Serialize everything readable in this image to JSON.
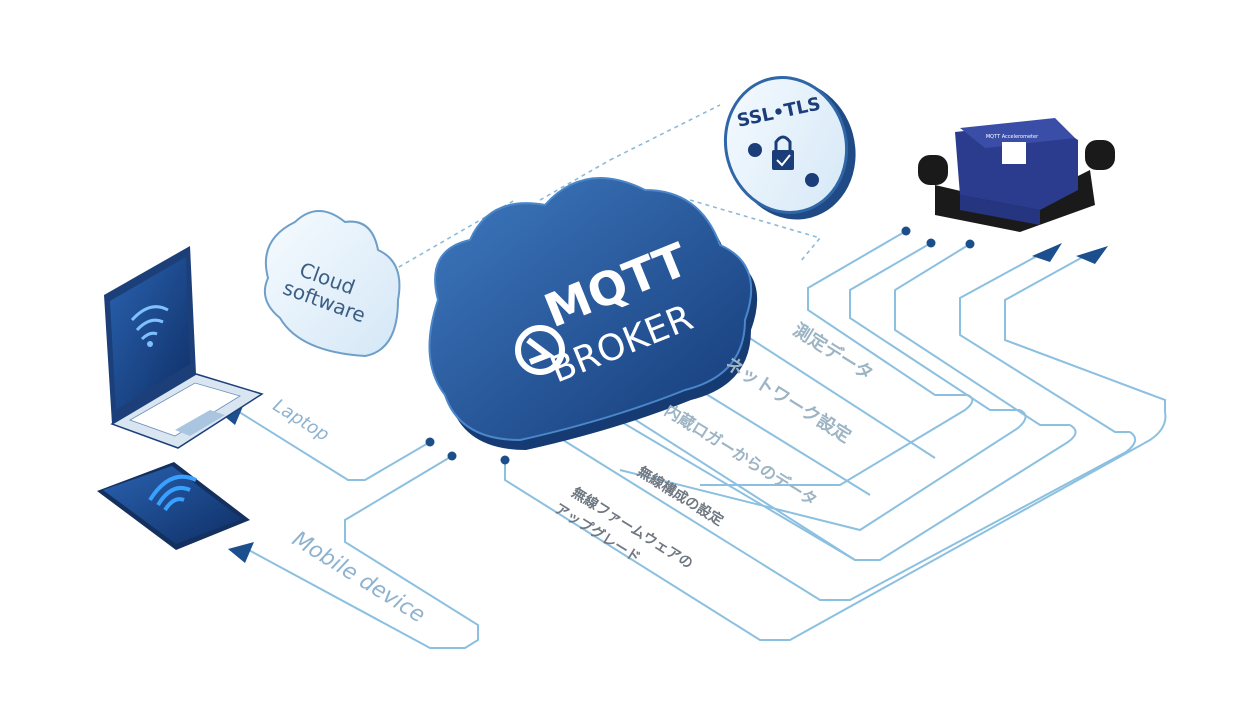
{
  "broker": {
    "line1": "MQTT",
    "line2": "BROKER"
  },
  "cloud_software": {
    "line1": "Cloud",
    "line2": "software"
  },
  "security_badge": {
    "label": "SSL•TLS"
  },
  "clients": {
    "laptop": "Laptop",
    "mobile": "Mobile device"
  },
  "flows": {
    "measurement_data": "測定データ",
    "network_settings": "ネットワーク設定",
    "logger_data": "内蔵ロガーからのデータ",
    "wireless_config": "無線構成の設定",
    "firmware_line1": "無線ファームウェアの",
    "firmware_line2": "アップグレード"
  },
  "device": {
    "label": "MQTT Accelerometer"
  },
  "colors": {
    "navy": "#1b3d7a",
    "cloud_blue": "#23508f",
    "line_blue": "#7fb6d9",
    "text_light": "#9cb4c4",
    "text_gray": "#6f7780"
  }
}
